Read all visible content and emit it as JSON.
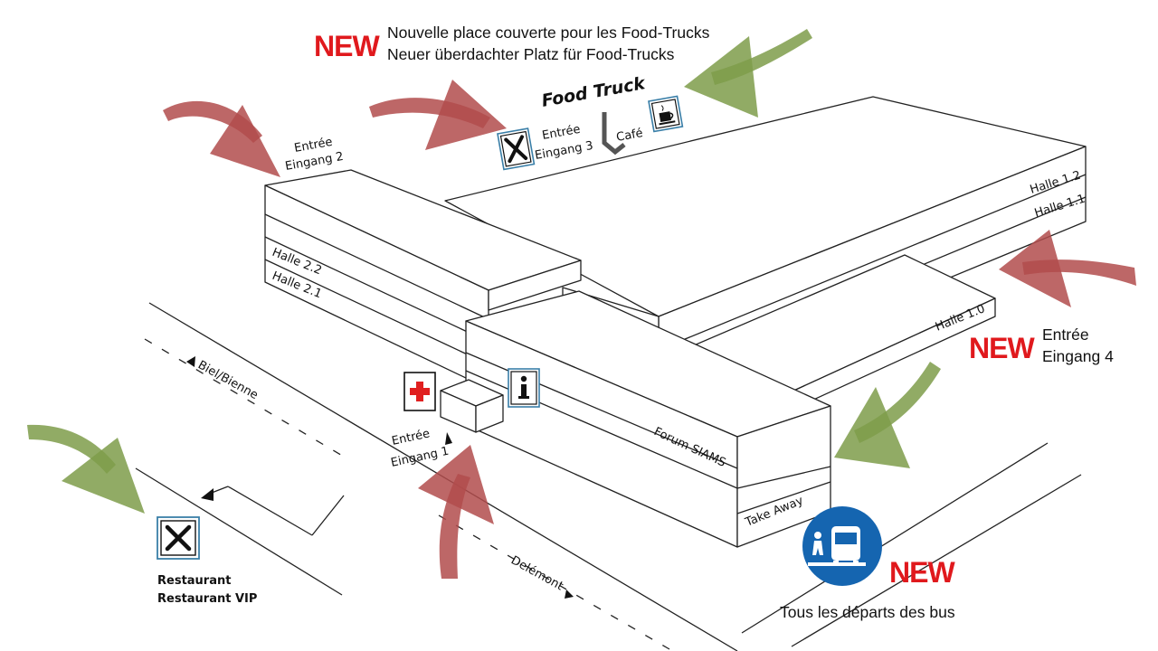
{
  "colors": {
    "new_red": "#e0191d",
    "arrow_red": "#b24c4c",
    "arrow_green": "#7e9c4a",
    "bus_blue": "#1565b0",
    "icon_border": "#3a7fa8",
    "medic_red": "#e02020"
  },
  "food_truck_notice": {
    "new_label": "NEW",
    "line_fr": "Nouvelle place couverte pour les Food-Trucks",
    "line_de": "Neuer überdachter Platz für Food-Trucks"
  },
  "entrance_4_notice": {
    "new_label": "NEW",
    "line_fr": "Entrée",
    "line_de": "Eingang 4"
  },
  "bus_notice": {
    "new_label": "NEW",
    "text": "Tous les départs des bus"
  },
  "labels": {
    "food_truck": "Food Truck",
    "cafe": "Café",
    "entrance_3_fr": "Entrée",
    "entrance_3_de": "Eingang 3",
    "entrance_2_fr": "Entrée",
    "entrance_2_de": "Eingang 2",
    "entrance_1_fr": "Entrée",
    "entrance_1_de": "Eingang 1",
    "hall_1_2": "Halle 1.2",
    "hall_1_1": "Halle 1.1",
    "hall_1_0": "Halle 1.0",
    "hall_2_2": "Halle 2.2",
    "hall_2_1": "Halle 2.1",
    "forum": "Forum SIAMS",
    "take_away": "Take Away",
    "road_biel": "Biel/Bienne",
    "road_delemont": "Delémont",
    "restaurant": "Restaurant",
    "restaurant_vip": "Restaurant VIP"
  },
  "icons": {
    "cutlery_top": "cutlery-icon",
    "cutlery_restaurant": "cutlery-icon",
    "coffee": "coffee-cup-icon",
    "first_aid": "first-aid-cross-icon",
    "info": "info-icon",
    "bus": "bus-stop-icon"
  }
}
